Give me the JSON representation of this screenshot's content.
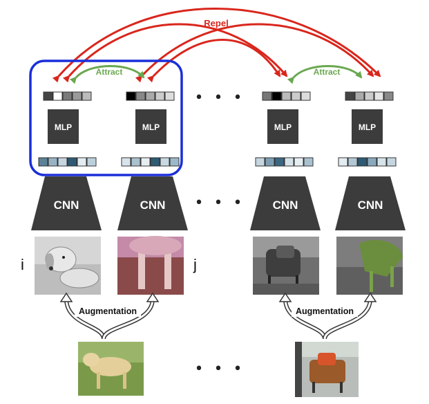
{
  "labels": {
    "repel": "Repel",
    "attract_left": "Attract",
    "attract_right": "Attract",
    "mlp": "MLP",
    "cnn": "CNN",
    "augmentation": "Augmentation",
    "view_i": "i",
    "view_j": "j",
    "ellipsis": "• • •"
  },
  "colors": {
    "repel": "#d9261c",
    "attract": "#6aa84f",
    "highlight_box": "#1a2fd8",
    "block": "#3c3c3c",
    "block_text": "#ffffff",
    "arrow_dark": "#333333"
  },
  "feature_vectors": {
    "output": [
      [
        "#444444",
        "#ffffff",
        "#7a7a7a",
        "#9a9a9a",
        "#bbbbbb"
      ],
      [
        "#000000",
        "#888888",
        "#aaaaaa",
        "#cccccc",
        "#dddddd"
      ],
      [
        "#777777",
        "#000000",
        "#bbbbbb",
        "#cccccc",
        "#dddddd"
      ],
      [
        "#444444",
        "#aaaaaa",
        "#cccccc",
        "#e6e6e6",
        "#888888"
      ]
    ],
    "embedding": [
      [
        "#5b8196",
        "#97b3c3",
        "#c6d6e0",
        "#2e5a73",
        "#e3ecf1",
        "#bcd0dc"
      ],
      [
        "#d7e3ea",
        "#a9c1cf",
        "#e7eef2",
        "#2e5a73",
        "#c9d9e2",
        "#9db8c8"
      ],
      [
        "#c6d6e0",
        "#7e9fb3",
        "#3c6781",
        "#d7e3ea",
        "#e7eef2",
        "#a9c1cf"
      ],
      [
        "#e3ecf1",
        "#b2c8d5",
        "#2e5a73",
        "#8aa9bc",
        "#d7e3ea",
        "#c6d6e0"
      ]
    ]
  },
  "images": [
    {
      "name": "augmented-dog-grayscale",
      "kind": "dog-gray"
    },
    {
      "name": "augmented-dog-legs-crop",
      "kind": "dog-crop"
    },
    {
      "name": "augmented-chair-dark",
      "kind": "chair-dark"
    },
    {
      "name": "augmented-chair-green",
      "kind": "chair-green"
    }
  ],
  "sources": [
    {
      "name": "source-dog-image",
      "kind": "dog-source"
    },
    {
      "name": "source-chair-image",
      "kind": "chair-source"
    }
  ]
}
